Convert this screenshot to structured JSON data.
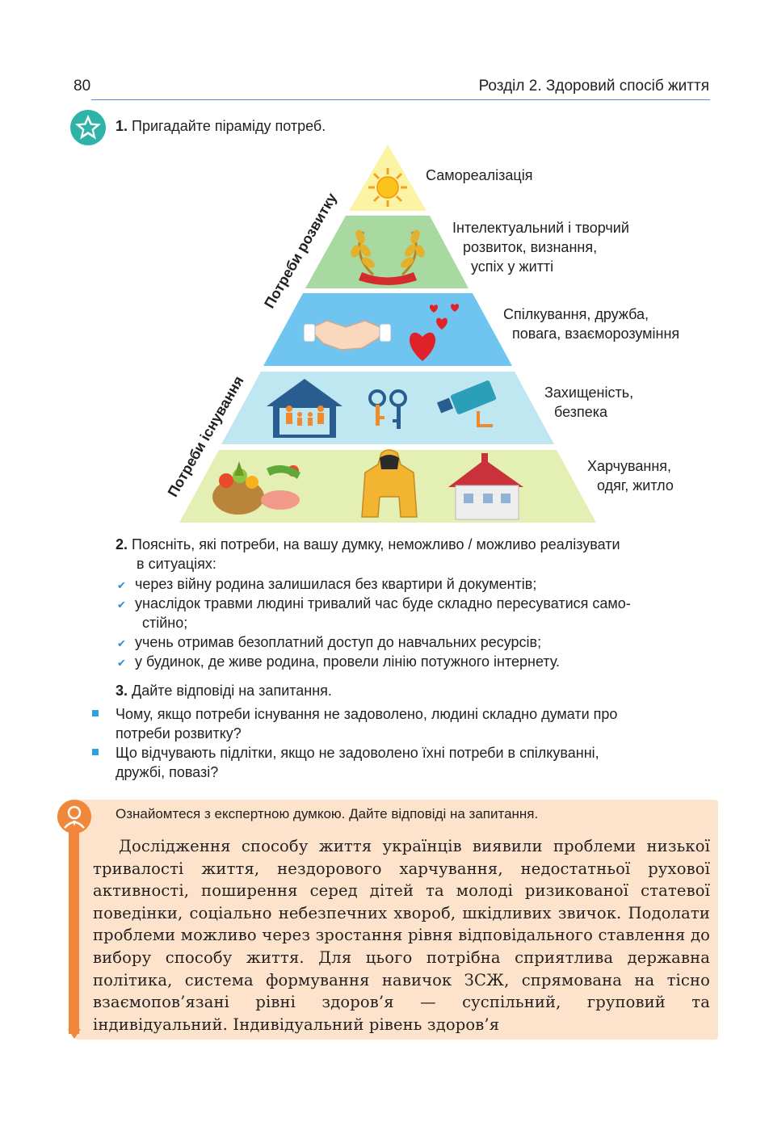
{
  "header": {
    "page_number": "80",
    "chapter_title": "Розділ 2. Здоровий спосіб життя"
  },
  "task1": {
    "number": "1.",
    "text": "Пригадайте піраміду потреб."
  },
  "pyramid": {
    "levels": [
      {
        "lines": [
          "Самореалізація"
        ]
      },
      {
        "lines": [
          "Інтелектуальний і творчий",
          "розвиток, визнання,",
          "успіх у житті"
        ]
      },
      {
        "lines": [
          "Спілкування, дружба,",
          "повага, взаєморозуміння"
        ]
      },
      {
        "lines": [
          "Захищеність,",
          "безпека"
        ]
      },
      {
        "lines": [
          "Харчування,",
          "одяг, житло"
        ]
      }
    ],
    "side_labels": {
      "development": "Потреби розвитку",
      "existence": "Потреби існування"
    },
    "colors": [
      "#fcf3a5",
      "#a8d9a0",
      "#6fc5ef",
      "#bfe7f2",
      "#e4efb3"
    ]
  },
  "task2": {
    "number": "2.",
    "lines": [
      "Поясніть, які потреби, на вашу думку, неможливо / можливо реалізувати",
      "в ситуаціях:"
    ],
    "items": [
      {
        "lines": [
          "через війну родина залишилася без квартири й документів;"
        ]
      },
      {
        "lines": [
          "унаслідок травми людині тривалий час буде складно пересуватися само-",
          "стійно;"
        ]
      },
      {
        "lines": [
          "учень отримав безоплатний доступ до навчальних ресурсів;"
        ]
      },
      {
        "lines": [
          "у будинок, де живе родина, провели лінію потужного інтернету."
        ]
      }
    ]
  },
  "task3": {
    "number": "3.",
    "text": "Дайте відповіді на запитання.",
    "questions": [
      {
        "lines": [
          "Чому, якщо потреби існування не задоволено, людині складно думати про",
          "потреби розвитку?"
        ]
      },
      {
        "lines": [
          "Що відчувають підлітки, якщо не задоволено їхні потреби в спілкуванні,",
          "дружбі, повазі?"
        ]
      }
    ]
  },
  "expert": {
    "intro": "Ознайомтеся з експертною думкою. Дайте відповіді на запитання.",
    "text": "Дослідження способу життя українців виявили проблеми низької тривалості життя, нездорового харчування, недостатньої рухової активності, поширення серед дітей та молоді ризикованої статевої поведінки, соціально небезпечних хвороб, шкідливих звичок. Подолати проблеми можливо через зростання рівня відповідального ставлення до вибору способу життя. Для цього потрібна сприятлива державна політика, система формування навичок ЗСЖ, спрямована на тісно взаємопов’язані рівні здоров’я — суспільний, груповий та індивідуальний. Індивідуальний рівень здоров’я"
  }
}
